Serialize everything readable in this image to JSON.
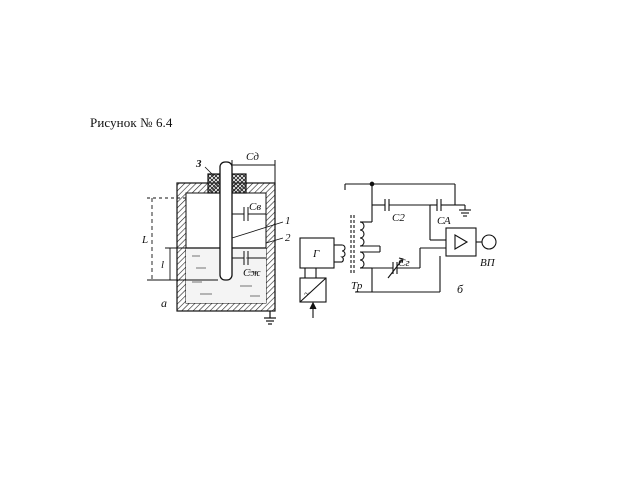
{
  "caption": "Рисунок № 6.4",
  "diagram_a": {
    "part_label": "а",
    "labels": {
      "c_d": "Сд",
      "c_v": "Св",
      "c_zh": "Сж",
      "num_1": "1",
      "num_2": "2",
      "num_3": "3",
      "L": "L",
      "l": "l"
    }
  },
  "diagram_b": {
    "part_label": "б",
    "labels": {
      "generator": "Г",
      "transformer": "Тр",
      "c2": "С2",
      "cA": "СА",
      "cg": "Сг",
      "vp": "ВП",
      "rectifier": "~"
    }
  }
}
